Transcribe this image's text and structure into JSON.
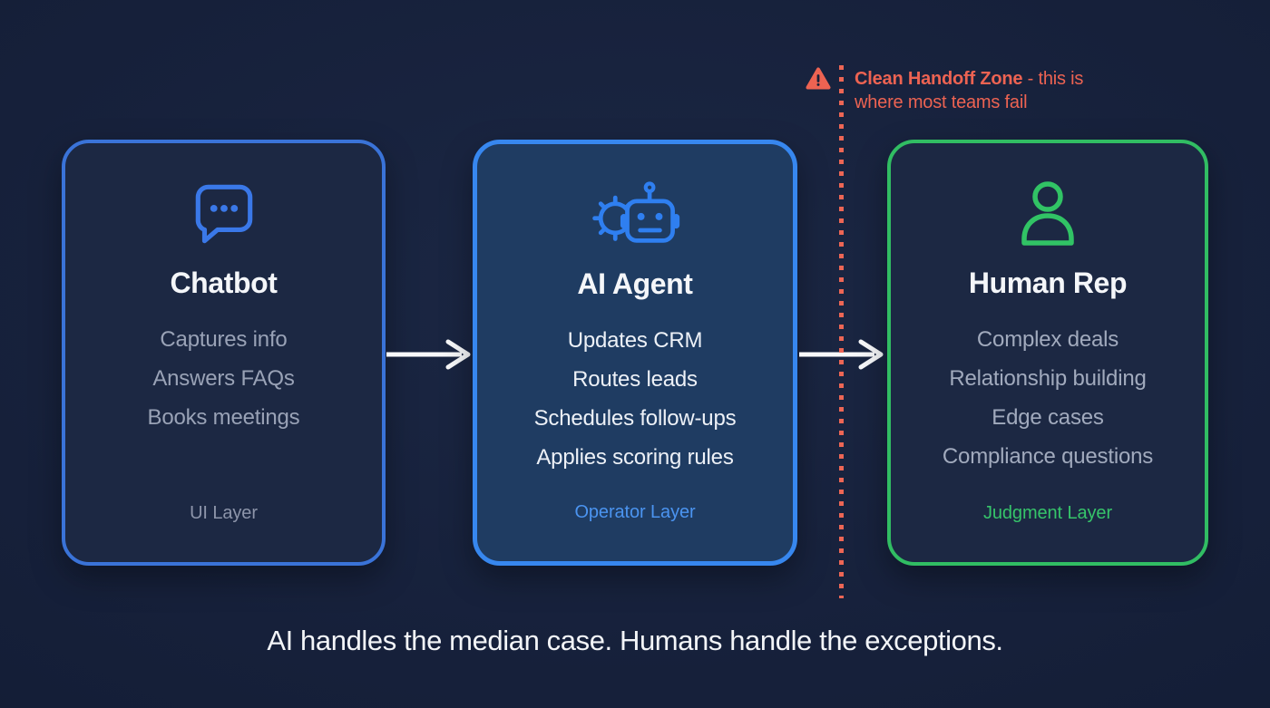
{
  "page": {
    "background": "#16203a",
    "caption": "AI handles the median case. Humans handle the exceptions."
  },
  "handoff": {
    "title": "Clean Handoff Zone",
    "rest": " - this is where most teams fail",
    "color": "#ed6352",
    "warning_icon": "warning-triangle-icon",
    "divider_style": "vertical-dotted-line"
  },
  "arrow_color": "#f8f9fb",
  "cards": [
    {
      "id": "chatbot",
      "title": "Chatbot",
      "icon": "chat-bubble-icon",
      "items": [
        "Captures info",
        "Answers FAQs",
        "Books meetings"
      ],
      "layer": "UI Layer",
      "accent": "#3a73d8",
      "background": "#1c2843"
    },
    {
      "id": "ai-agent",
      "title": "AI Agent",
      "icon": "robot-gear-icon",
      "items": [
        "Updates CRM",
        "Routes leads",
        "Schedules follow-ups",
        "Applies scoring rules"
      ],
      "layer": "Operator Layer",
      "accent": "#3787ef",
      "background": "#1f3c62"
    },
    {
      "id": "human-rep",
      "title": "Human Rep",
      "icon": "person-icon",
      "items": [
        "Complex deals",
        "Relationship building",
        "Edge cases",
        "Compliance questions"
      ],
      "layer": "Judgment Layer",
      "accent": "#31bd63",
      "background": "#1c2843"
    }
  ]
}
